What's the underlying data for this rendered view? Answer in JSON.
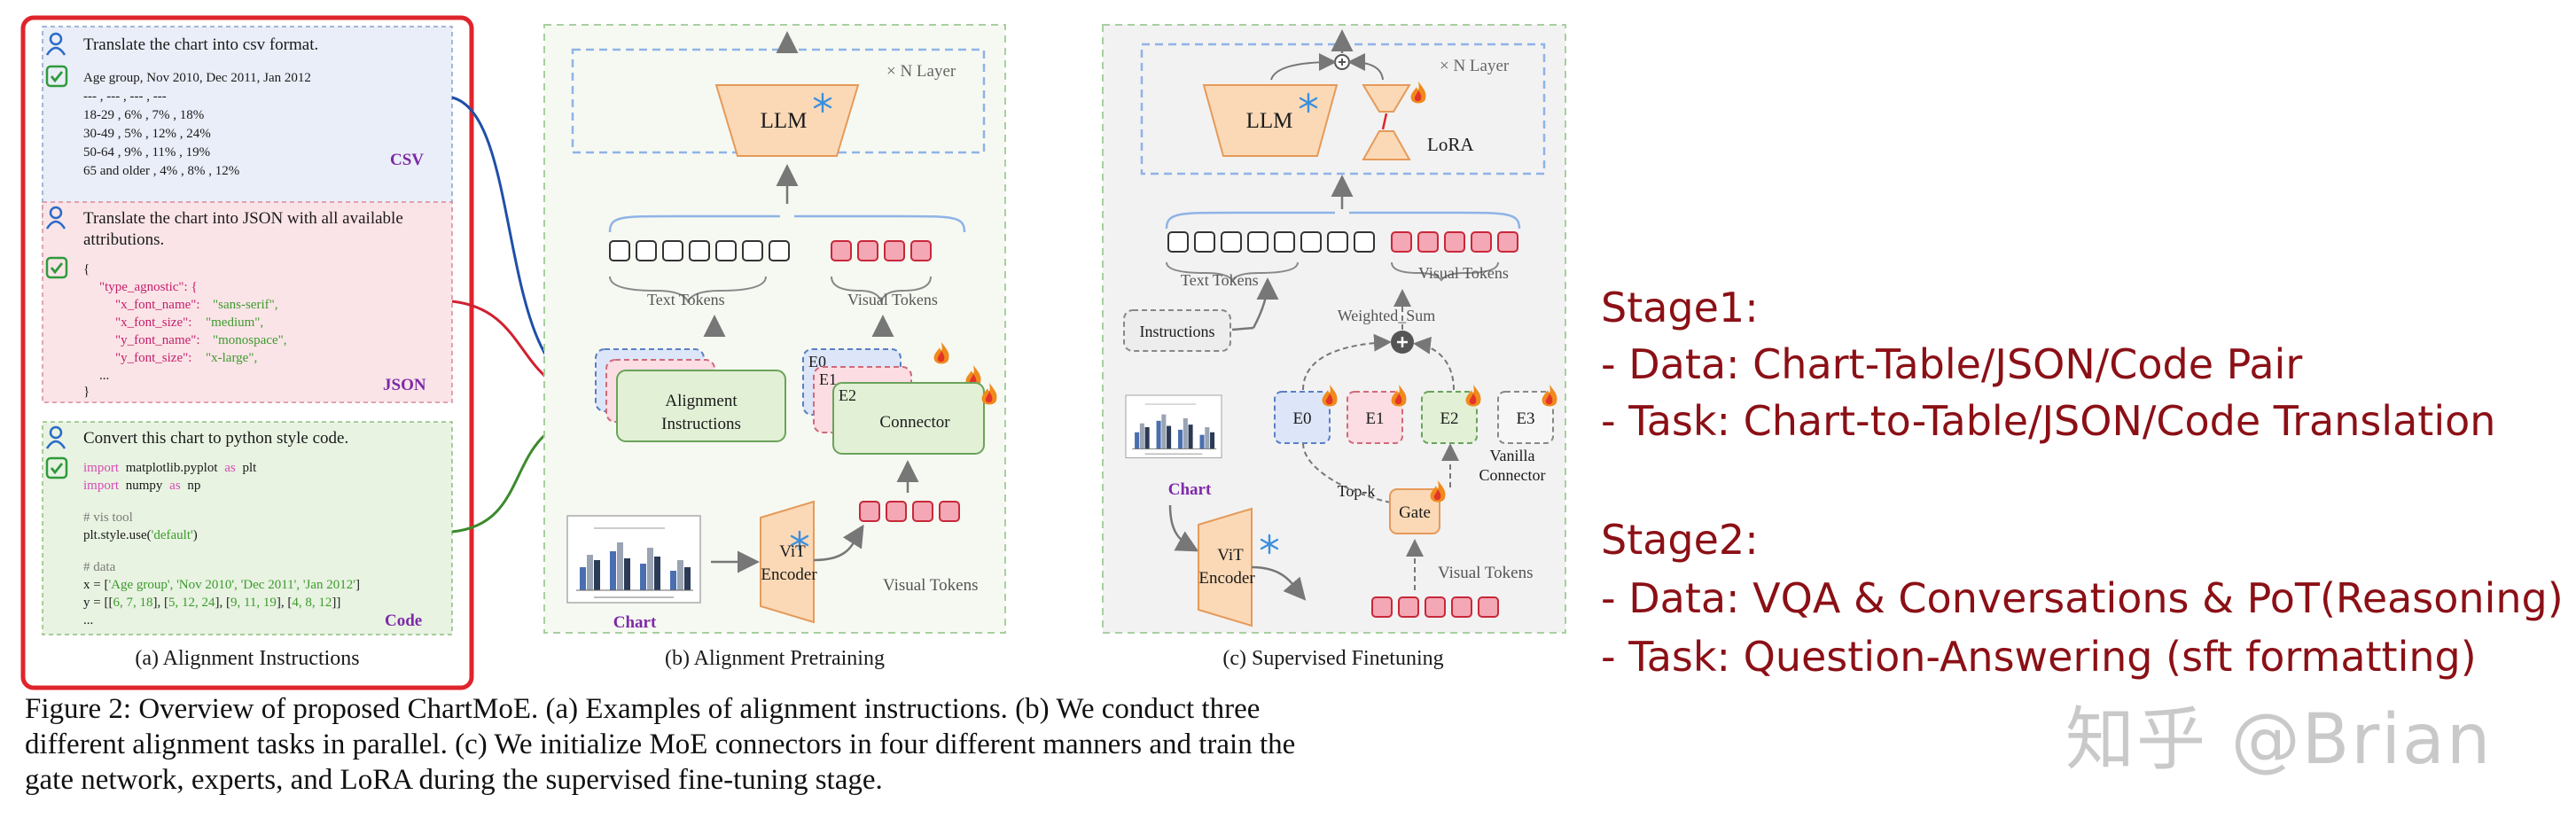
{
  "panel_a": {
    "caption": "(a) Alignment Instructions",
    "csv": {
      "prompt": "Translate the chart into csv format.",
      "lines": [
        "Age group, Nov 2010, Dec 2011, Jan 2012",
        "--- , --- , --- , ---",
        "18-29 , 6% , 7% , 18%",
        "30-49 , 5% , 12% , 24%",
        "50-64 , 9% , 11% , 19%",
        "65 and older , 4% , 8% , 12%"
      ],
      "tag": "CSV"
    },
    "json": {
      "prompt1": "Translate the chart into JSON with all available",
      "prompt2": "attributions.",
      "open": "{",
      "key0": "\"type_agnostic\": {",
      "k1": "\"x_font_name\":",
      "v1": "\"sans-serif\",",
      "k2": "\"x_font_size\":",
      "v2": "\"medium\",",
      "k3": "\"y_font_name\":",
      "v3": "\"monospace\",",
      "k4": "\"y_font_size\":",
      "v4": "\"x-large\",",
      "ellipsis": "...",
      "close": "}",
      "tag": "JSON"
    },
    "code": {
      "prompt": "Convert this chart to python style code.",
      "l1a": "import",
      "l1b": "matplotlib.pyplot",
      "l1c": "as",
      "l1d": "plt",
      "l2a": "import",
      "l2b": "numpy",
      "l2c": "as",
      "l2d": "np",
      "c1": "# vis tool",
      "l3": "plt.style.use(",
      "l3s": "'default'",
      "l3e": ")",
      "c2": "# data",
      "l4a": "x = [",
      "l4b": "'Age group', 'Nov 2010', 'Dec 2011', 'Jan 2012'",
      "l4c": "]",
      "l5a": "y = [[",
      "l5b": "6, 7, 18",
      "l5c": "], [",
      "l5d": "5, 12, 24",
      "l5e": "], [",
      "l5f": "9, 11, 19",
      "l5g": "], [",
      "l5h": "4, 8, 12",
      "l5i": "]]",
      "l6": "...",
      "tag": "Code"
    }
  },
  "panel_b": {
    "caption": "(b) Alignment Pretraining",
    "n_layer": "× N Layer",
    "llm": "LLM",
    "text_tokens": "Text Tokens",
    "visual_tokens": "Visual Tokens",
    "alignment_instructions_1": "Alignment",
    "alignment_instructions_2": "Instructions",
    "e0": "E0",
    "e1": "E1",
    "e2": "E2",
    "connector": "Connector",
    "chart": "Chart",
    "vit": "ViT",
    "encoder": "Encoder",
    "visual_tokens_bottom": "Visual Tokens"
  },
  "panel_c": {
    "caption": "(c) Supervised Finetuning",
    "n_layer": "× N Layer",
    "llm": "LLM",
    "lora": "LoRA",
    "text_tokens": "Text Tokens",
    "visual_tokens": "Visual Tokens",
    "instructions": "Instructions",
    "weighted_sum": "Weighted_Sum",
    "e0": "E0",
    "e1": "E1",
    "e2": "E2",
    "e3": "E3",
    "vanilla": "Vanilla",
    "connector": "Connector",
    "chart": "Chart",
    "topk": "Top-k",
    "gate": "Gate",
    "vit": "ViT",
    "encoder": "Encoder",
    "visual_tokens_bottom": "Visual Tokens"
  },
  "caption": {
    "line1": "Figure 2:  Overview of proposed ChartMoE. (a) Examples of alignment instructions.  (b) We conduct three",
    "line2": "different alignment tasks in parallel. (c) We initialize MoE connectors in four different manners and train the",
    "line3": "gate network, experts, and LoRA during the supervised fine-tuning stage."
  },
  "stages": {
    "stage1": "Stage1:",
    "s1_data": "-    Data: Chart-Table/JSON/Code Pair",
    "s1_task": "-    Task: Chart-to-Table/JSON/Code Translation",
    "stage2": "Stage2:",
    "s2_data": "-    Data: VQA & Conversations & PoT(Reasoning)",
    "s2_task": "-    Task: Question-Answering (sft formatting)"
  },
  "watermark": "知乎 @Brian",
  "colors": {
    "accent_red": "#e0242b",
    "stage_text": "#8b1016",
    "csv_bg": "#eaeef8",
    "json_bg": "#fbe4e8",
    "code_bg": "#e8f3e2",
    "llm_fill": "#fbd9b6",
    "expert0": "#dce6f8",
    "expert1": "#fbdde3",
    "expert2": "#e2f0d6"
  }
}
